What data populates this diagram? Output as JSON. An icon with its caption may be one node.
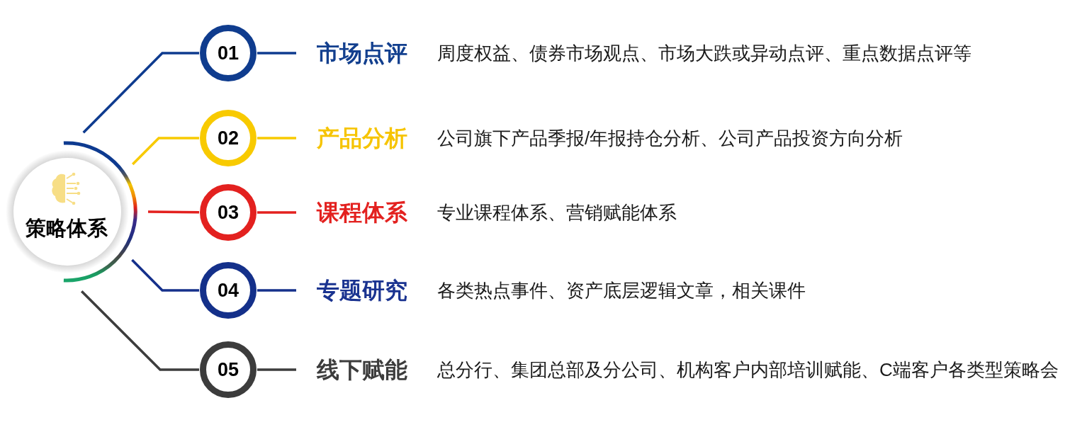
{
  "diagram": {
    "nodes": [
      {
        "text": [
          "策略体系"
        ]
      },
      {
        "text": [
          "01"
        ]
      },
      {
        "text": [
          "市场点评"
        ],
        "beside": [
          "周度权益、债券市场观点、市场大跌或异动点评、重点数据点评等"
        ]
      },
      {
        "text": [
          "02"
        ]
      },
      {
        "text": [
          "产品分析"
        ],
        "beside": [
          "公司旗下产品季报/年报持仓分析、公司产品投资方向分析"
        ]
      },
      {
        "text": [
          "03"
        ]
      },
      {
        "text": [
          "课程体系"
        ],
        "beside": [
          "专业课程体系、营销赋能体系"
        ]
      },
      {
        "text": [
          "04"
        ]
      },
      {
        "text": [
          "专题研究"
        ],
        "beside": [
          "各类热点事件、资产底层逻辑文章，相关课件"
        ]
      },
      {
        "text": [
          "05"
        ]
      },
      {
        "text": [
          "线下赋能"
        ],
        "beside": [
          "总分行、集团总部及分公司、机构客户内部培训赋能、C端客户各类型策略会"
        ]
      }
    ],
    "edges": [
      {
        "from": 0,
        "to": 1,
        "arrow": "none",
        "color": "#0e3b8f"
      },
      {
        "from": 1,
        "to": 2,
        "arrow": "none",
        "color": "#0e3b8f"
      },
      {
        "from": 0,
        "to": 3,
        "arrow": "none",
        "color": "#f8ca00"
      },
      {
        "from": 3,
        "to": 4,
        "arrow": "none",
        "color": "#f8ca00"
      },
      {
        "from": 0,
        "to": 5,
        "arrow": "none",
        "color": "#e3211f"
      },
      {
        "from": 5,
        "to": 6,
        "arrow": "none",
        "color": "#e3211f"
      },
      {
        "from": 0,
        "to": 7,
        "arrow": "none",
        "color": "#15308b"
      },
      {
        "from": 7,
        "to": 8,
        "arrow": "none",
        "color": "#15308b"
      },
      {
        "from": 0,
        "to": 9,
        "arrow": "none",
        "color": "#3d3d3d"
      },
      {
        "from": 9,
        "to": 10,
        "arrow": "none",
        "color": "#3d3d3d"
      }
    ]
  }
}
